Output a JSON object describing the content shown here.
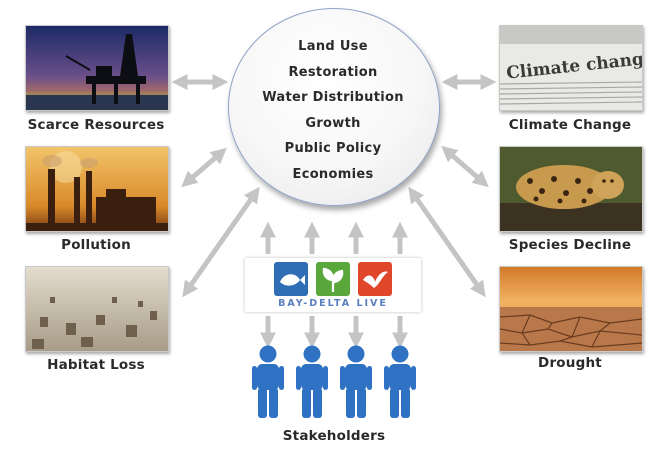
{
  "hub": {
    "items": [
      "Land Use",
      "Restoration",
      "Water Distribution",
      "Growth",
      "Public Policy",
      "Economies"
    ]
  },
  "left_panels": [
    {
      "label": "Scarce Resources",
      "icon": "oil-rig-photo"
    },
    {
      "label": "Pollution",
      "icon": "factory-smokestacks-photo"
    },
    {
      "label": "Habitat Loss",
      "icon": "tree-stumps-photo"
    }
  ],
  "right_panels": [
    {
      "label": "Climate Change",
      "icon": "newspaper-photo",
      "headline": "Climate change"
    },
    {
      "label": "Species Decline",
      "icon": "leopard-photo"
    },
    {
      "label": "Drought",
      "icon": "cracked-earth-photo"
    }
  ],
  "logo": {
    "text": "BAY-DELTA LIVE",
    "colors": [
      "#2f6db5",
      "#5aa83c",
      "#e0462a"
    ]
  },
  "stakeholders": {
    "label": "Stakeholders",
    "count": 4,
    "color": "#2f72c4"
  },
  "colors": {
    "arrow": "#c4c4c4",
    "hub_border": "#8fa3c7"
  }
}
